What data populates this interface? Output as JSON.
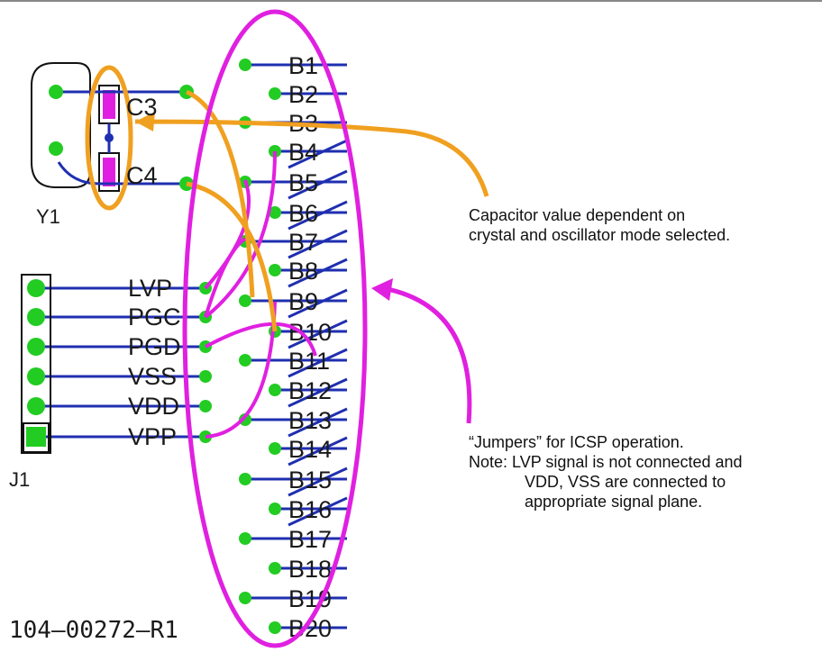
{
  "components": {
    "crystal": "Y1",
    "cap_top": "C3",
    "cap_bottom": "C4",
    "header": "J1"
  },
  "header_pins": [
    "LVP",
    "PGC",
    "PGD",
    "VSS",
    "VDD",
    "VPP"
  ],
  "bus_labels": [
    "B1",
    "B2",
    "B3",
    "B4",
    "B5",
    "B6",
    "B7",
    "B8",
    "B9",
    "B10",
    "B11",
    "B12",
    "B13",
    "B14",
    "B15",
    "B16",
    "B17",
    "B18",
    "B19",
    "B20"
  ],
  "part_number": "104—00272—R1",
  "annotations": {
    "capacitor_note": [
      "Capacitor value dependent on",
      "crystal and oscillator mode selected."
    ],
    "jumper_note": [
      "“Jumpers” for ICSP operation.",
      "Note: LVP signal is not connected and",
      "VDD, VSS are connected to",
      "appropriate signal plane."
    ]
  },
  "colors": {
    "trace": "#1f2fb0",
    "pad": "#22cc22",
    "highlight_magenta": "#e020e0",
    "highlight_orange": "#f0a020",
    "outline": "#111111"
  }
}
